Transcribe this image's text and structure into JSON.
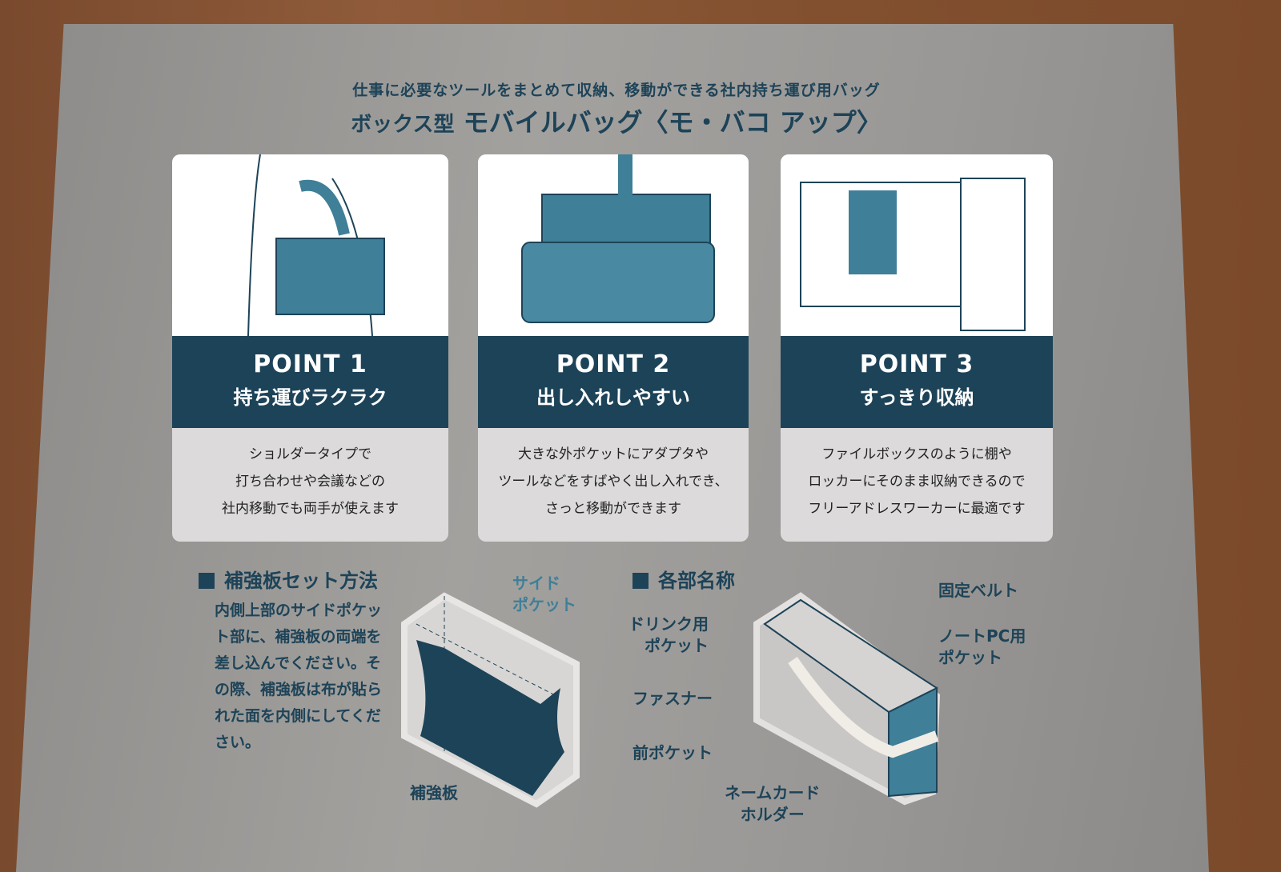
{
  "header": {
    "tagline": "仕事に必要なツールをまとめて収納、移動ができる社内持ち運び用バッグ",
    "type": "ボックス型",
    "product": "モバイルバッグ〈モ・バコ アップ〉"
  },
  "points": [
    {
      "label": "POINT 1",
      "title": "持ち運びラクラク",
      "desc": [
        "ショルダータイプで",
        "打ち合わせや会議などの",
        "社内移動でも両手が使えます"
      ]
    },
    {
      "label": "POINT 2",
      "title": "出し入れしやすい",
      "desc": [
        "大きな外ポケットにアダプタや",
        "ツールなどをすばやく出し入れでき、",
        "さっと移動ができます"
      ]
    },
    {
      "label": "POINT 3",
      "title": "すっきり収納",
      "desc": [
        "ファイルボックスのように棚や",
        "ロッカーにそのまま収納できるので",
        "フリーアドレスワーカーに最適です"
      ]
    }
  ],
  "reinforce": {
    "heading": "補強板セット方法",
    "body": "内側上部のサイドポケット部に、補強板の両端を差し込んでください。その際、補強板は布が貼られた面を内側にしてください。",
    "labels": {
      "side_pocket": "サイド\nポケット",
      "board": "補強板"
    }
  },
  "parts": {
    "heading": "各部名称",
    "labels": {
      "drink": "ドリンク用\nポケット",
      "fastener": "ファスナー",
      "front": "前ポケット",
      "namecard": "ネームカード\nホルダー",
      "belt": "固定ベルト",
      "pc": "ノートPC用\nポケット"
    }
  },
  "colors": {
    "navy": "#1d4358",
    "teal": "#3f7f98"
  }
}
